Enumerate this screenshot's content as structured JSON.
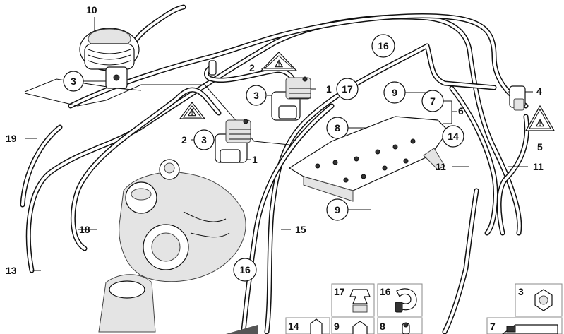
{
  "diagram": {
    "callouts_plain": [
      {
        "id": "l10",
        "text": "10"
      },
      {
        "id": "l2a",
        "text": "2"
      },
      {
        "id": "l1a",
        "text": "1"
      },
      {
        "id": "l4",
        "text": "4"
      },
      {
        "id": "l6",
        "text": "6"
      },
      {
        "id": "l19",
        "text": "19"
      },
      {
        "id": "l2b",
        "text": "2"
      },
      {
        "id": "l1b",
        "text": "1"
      },
      {
        "id": "l5",
        "text": "5"
      },
      {
        "id": "l11a",
        "text": "11"
      },
      {
        "id": "l11b",
        "text": "11"
      },
      {
        "id": "l18",
        "text": "18"
      },
      {
        "id": "l15",
        "text": "15"
      },
      {
        "id": "l13",
        "text": "13"
      }
    ],
    "callouts_circled": [
      {
        "id": "c16a",
        "text": "16"
      },
      {
        "id": "c3a",
        "text": "3"
      },
      {
        "id": "c3b",
        "text": "3"
      },
      {
        "id": "c17",
        "text": "17"
      },
      {
        "id": "c9a",
        "text": "9"
      },
      {
        "id": "c7",
        "text": "7"
      },
      {
        "id": "c8",
        "text": "8"
      },
      {
        "id": "c14",
        "text": "14"
      },
      {
        "id": "c3c",
        "text": "3"
      },
      {
        "id": "c9b",
        "text": "9"
      },
      {
        "id": "c16b",
        "text": "16"
      }
    ],
    "legend": {
      "boxes": [
        {
          "id": "b17",
          "text": "17"
        },
        {
          "id": "b16",
          "text": "16"
        },
        {
          "id": "b3",
          "text": "3"
        },
        {
          "id": "b14",
          "text": "14"
        },
        {
          "id": "b9",
          "text": "9"
        },
        {
          "id": "b8",
          "text": "8"
        },
        {
          "id": "b7",
          "text": "7"
        }
      ]
    },
    "warning_symbols": [
      "caution-triangle-icon",
      "caution-triangle-icon",
      "caution-triangle-icon"
    ]
  }
}
